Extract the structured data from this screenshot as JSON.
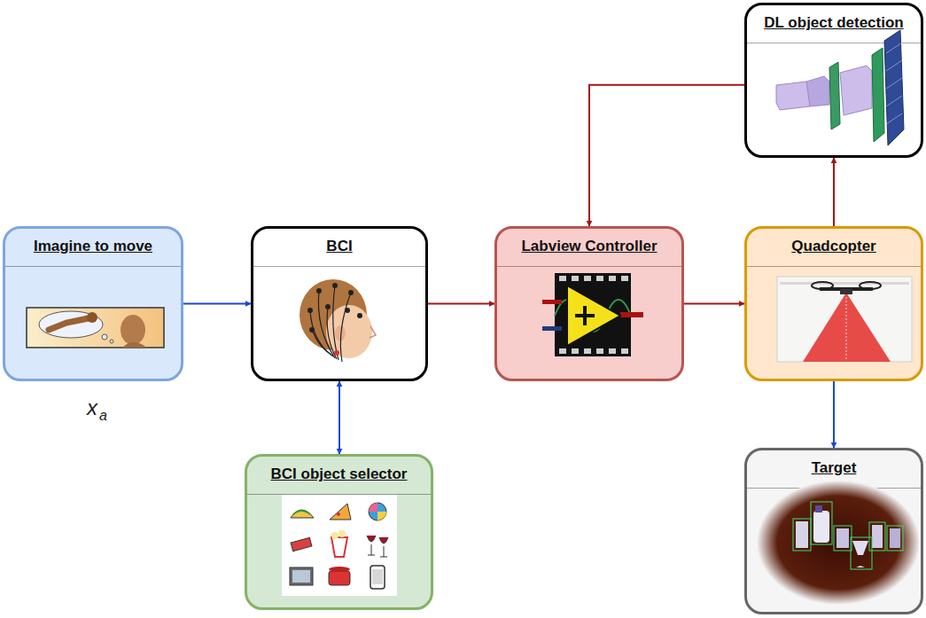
{
  "diagram": {
    "nodes": [
      {
        "text": [
          "Imagine to move"
        ]
      },
      {
        "text": [
          "BCI"
        ]
      },
      {
        "text": [
          "Labview Controller"
        ]
      },
      {
        "text": [
          "Quadcopter"
        ]
      },
      {
        "text": [
          "DL object detection"
        ]
      },
      {
        "text": [
          "BCI object selector"
        ]
      },
      {
        "text": [
          "Target"
        ]
      }
    ],
    "edges": [
      {
        "from": 0,
        "to": 1,
        "arrow": "to"
      },
      {
        "from": 1,
        "to": 2,
        "arrow": "to"
      },
      {
        "from": 2,
        "to": 3,
        "arrow": "to"
      },
      {
        "from": 3,
        "to": 4,
        "arrow": "to"
      },
      {
        "from": 4,
        "to": 2,
        "arrow": "to"
      },
      {
        "from": 1,
        "to": 5,
        "arrow": "both"
      },
      {
        "from": 3,
        "to": 6,
        "arrow": "to"
      }
    ],
    "labels": [
      "x",
      "a"
    ]
  }
}
